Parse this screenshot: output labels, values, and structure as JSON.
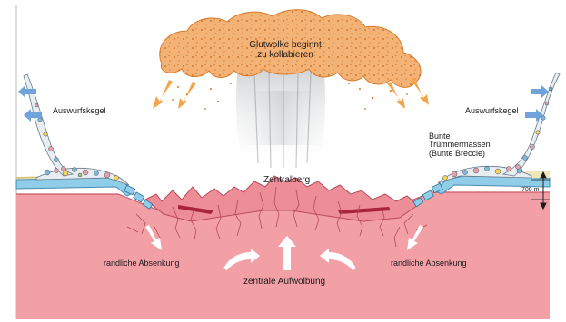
{
  "labels": {
    "cloud": [
      "Glutwolke beginnt",
      "zu kollabieren"
    ],
    "ejecta_left": "Auswurfskegel",
    "ejecta_right": "Auswurfskegel",
    "breccia": [
      "Bunte",
      "Trümmermassen",
      "(Bunte Breccie)"
    ],
    "central_peak": "Zentralberg",
    "scale": "700 m",
    "subsidence_left": "randliche Absenkung",
    "subsidence_right": "randliche Absenkung",
    "uplift": "zentrale Aufwölbung"
  },
  "colors": {
    "bedrock": "#f2a0a6",
    "bedrock_dark": "#dc6f7b",
    "cover_layer": "#8fcde8",
    "cover_dark": "#4a8bb4",
    "sediment": "#f0e7b8",
    "ejecta_fill": "#e8edf2",
    "cloud": "#f0a55a",
    "cloud_dark": "#c86414",
    "arrow_orange": "#f4a348",
    "arrow_blue": "#6fa3d9",
    "melt": "#a8243a"
  },
  "icons": [
    "arrow-orange-icon",
    "arrow-blue-icon",
    "arrow-white-icon",
    "arrow-black-icon"
  ]
}
